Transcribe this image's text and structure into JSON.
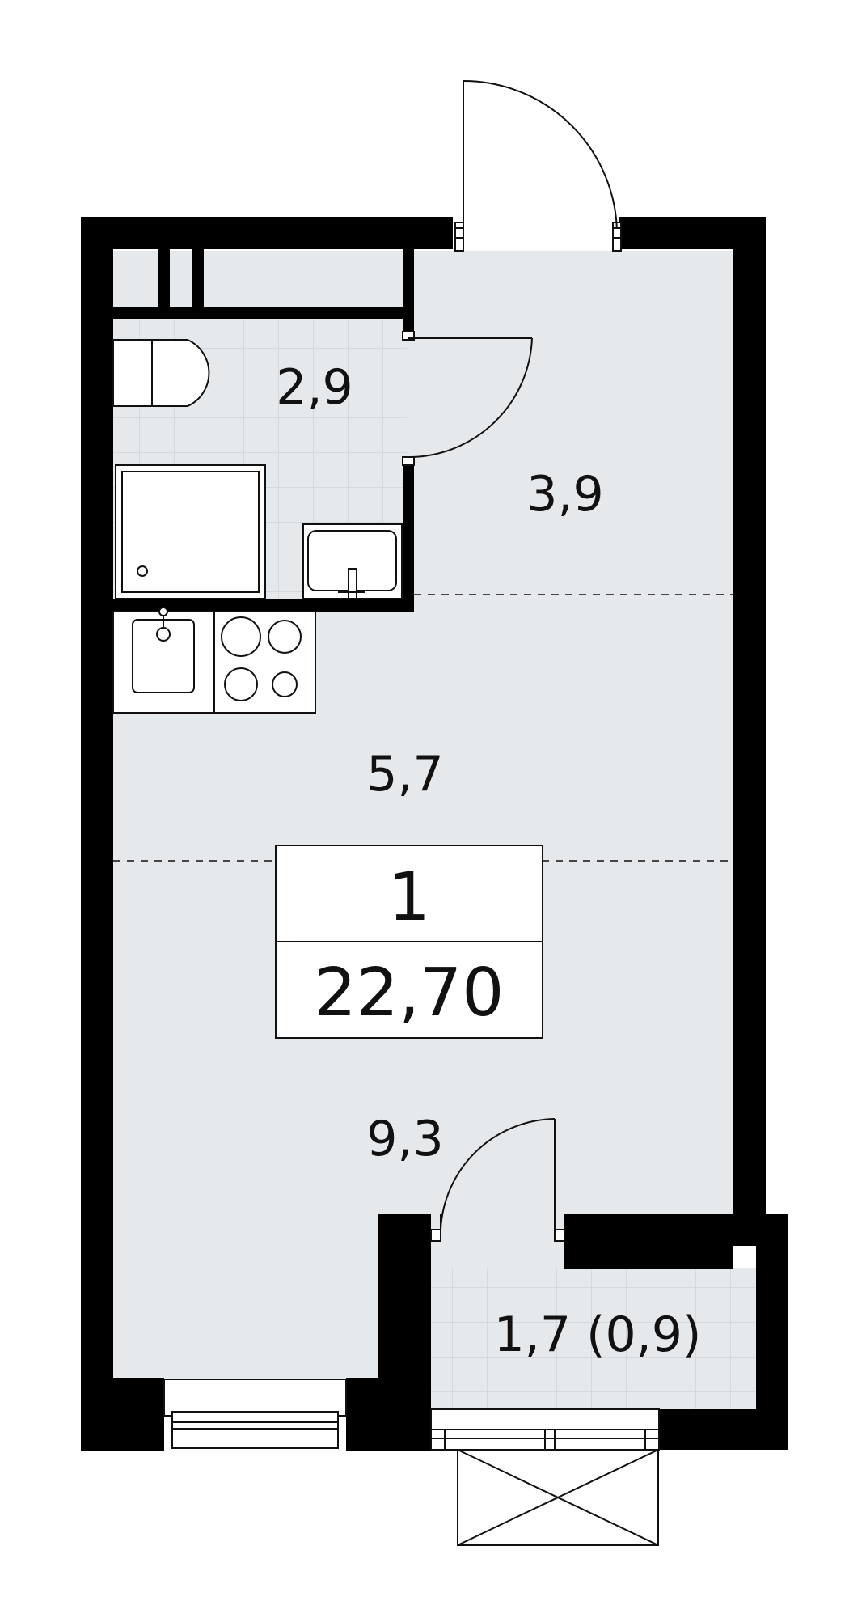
{
  "plan": {
    "rooms": [
      {
        "id": "bathroom",
        "area": "2,9"
      },
      {
        "id": "hallway",
        "area": "3,9"
      },
      {
        "id": "kitchen",
        "area": "5,7"
      },
      {
        "id": "living",
        "area": "9,3"
      },
      {
        "id": "balcony",
        "area": "1,7 (0,9)"
      }
    ],
    "summary": {
      "rooms": "1",
      "total_area": "22,70"
    }
  },
  "colors": {
    "wall": "#000000",
    "floor": "#e6e9ec",
    "tile_line": "#cfd4d9",
    "line": "#111111"
  },
  "icons": [
    "toilet-icon",
    "shower-icon",
    "bathroom-sink-icon",
    "kitchen-sink-icon",
    "stove-icon",
    "entrance-door-icon",
    "balcony-door-icon",
    "window-icon"
  ]
}
